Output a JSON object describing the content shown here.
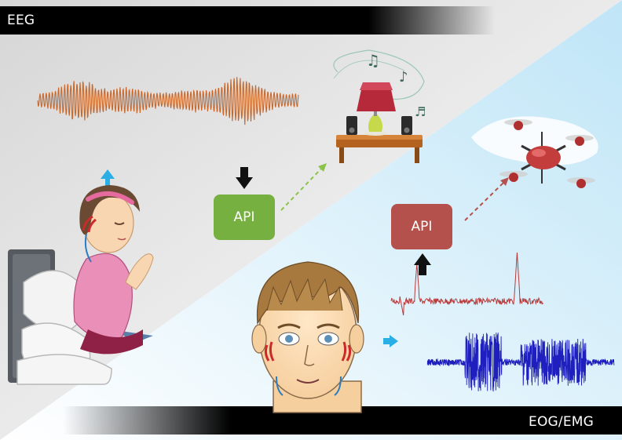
{
  "labels": {
    "top_band": "EEG",
    "bottom_band": "EOG/EMG"
  },
  "api_boxes": [
    {
      "label": "API",
      "color": "#76b041"
    },
    {
      "label": "API",
      "color": "#b5514c"
    }
  ],
  "colors": {
    "eeg_wave": "#c8672a",
    "eog_wave": "#b73a3a",
    "emg_wave": "#1f1fbf",
    "cue_arrow": "#29aee6",
    "black_arrow": "#111111",
    "green_link": "#8bc34a",
    "red_link": "#b5514c",
    "bright_background": "#d7eef9"
  },
  "icons": [
    "up-arrow-icon",
    "down-arrow-icon",
    "right-arrow-icon",
    "lamp-speakers-icon",
    "drone-icon",
    "music-notes-icon"
  ]
}
